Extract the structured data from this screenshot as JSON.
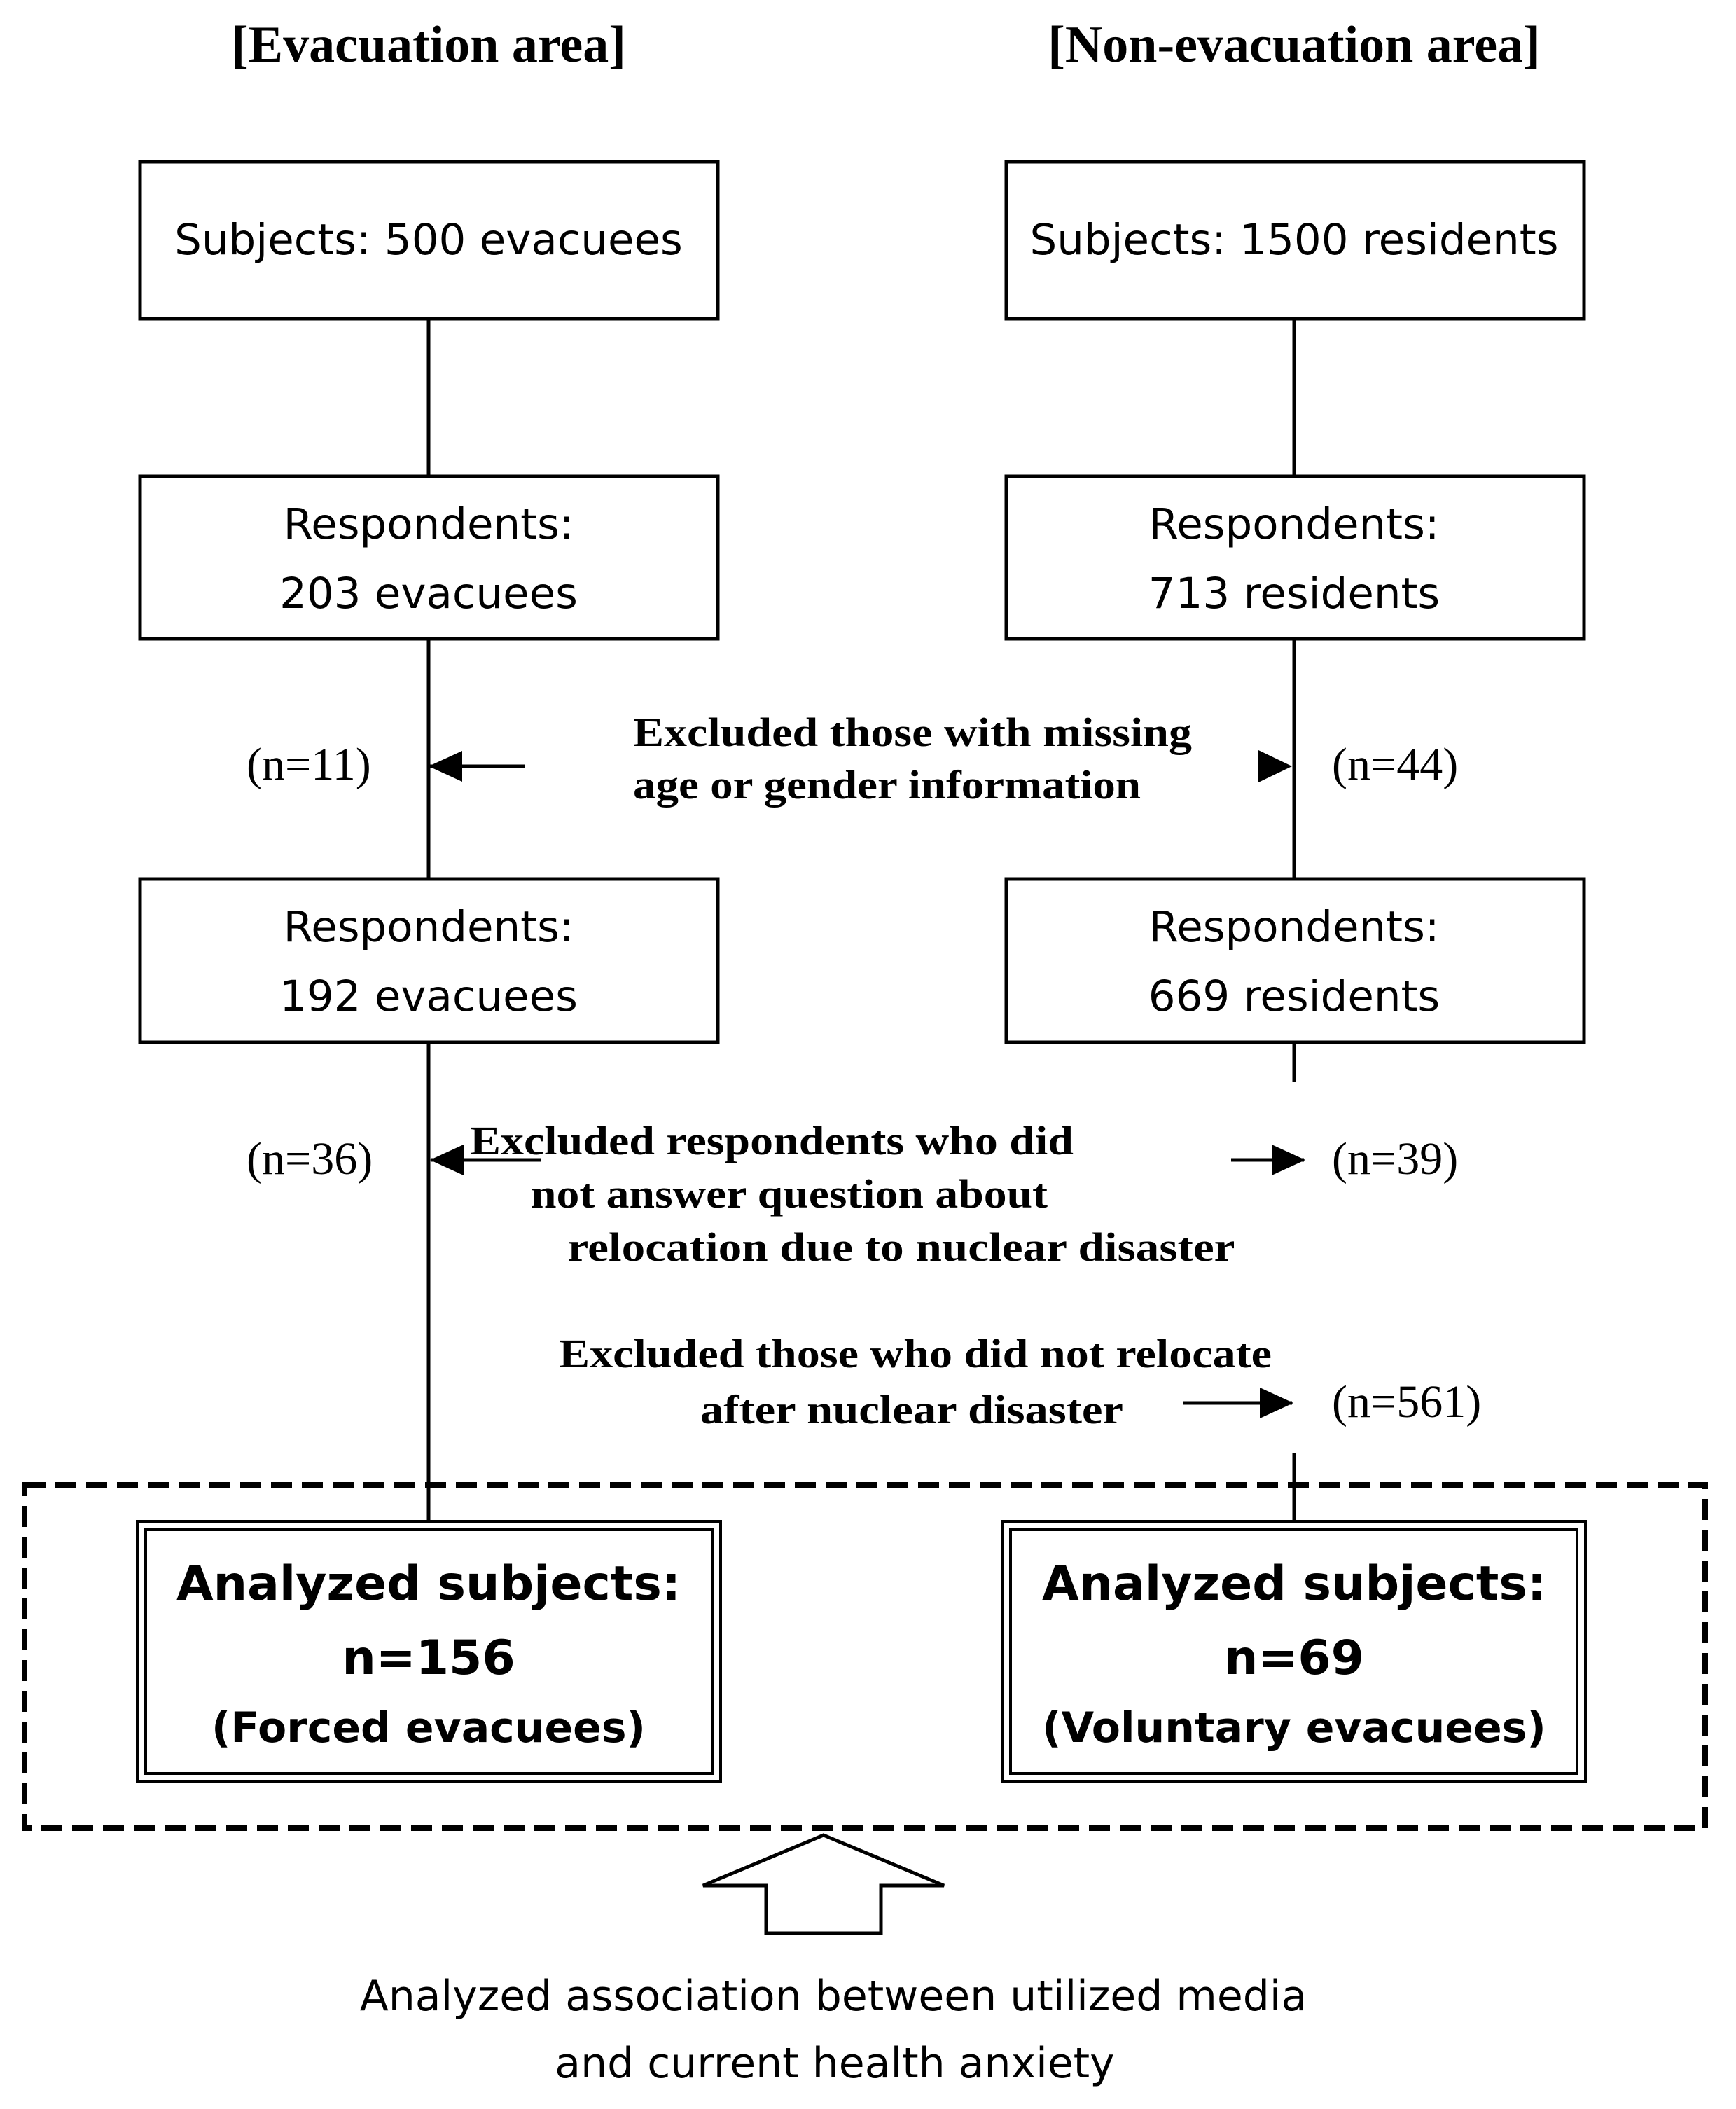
{
  "headers": {
    "left": "[Evacuation area]",
    "right": "[Non-evacuation area]"
  },
  "left_boxes": {
    "subjects": "Subjects: 500 evacuees",
    "respondents1_line1": "Respondents:",
    "respondents1_line2": "203 evacuees",
    "respondents2_line1": "Respondents:",
    "respondents2_line2": "192 evacuees"
  },
  "right_boxes": {
    "subjects": "Subjects: 1500 residents",
    "respondents1_line1": "Respondents:",
    "respondents1_line2": "713 residents",
    "respondents2_line1": "Respondents:",
    "respondents2_line2": "669 residents"
  },
  "exclusions": {
    "missing_info_line1": "Excluded those with missing",
    "missing_info_line2": "age or gender information",
    "missing_info_left_n": "(n=11)",
    "missing_info_right_n": "(n=44)",
    "no_answer_line1": "Excluded respondents who did",
    "no_answer_line2": "not answer question about",
    "no_answer_line3": "relocation due to nuclear disaster",
    "no_answer_left_n": "(n=36)",
    "no_answer_right_n": "(n=39)",
    "no_relocate_line1": "Excluded those who did not relocate",
    "no_relocate_line2": "after nuclear disaster",
    "no_relocate_right_n": "(n=561)"
  },
  "analyzed": {
    "left_line1": "Analyzed subjects:",
    "left_line2": "n=156",
    "left_line3": "(Forced evacuees)",
    "right_line1": "Analyzed subjects:",
    "right_line2": "n=69",
    "right_line3": "(Voluntary evacuees)"
  },
  "footer": {
    "line1": "Analyzed association between utilized media",
    "line2": "and current health anxiety"
  }
}
